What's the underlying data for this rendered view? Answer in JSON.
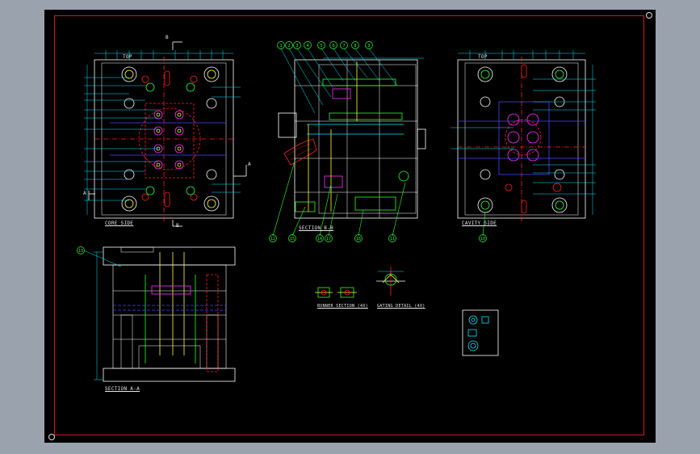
{
  "colors": {
    "frame": "#d21a1a",
    "plate": "#ffffff",
    "dim": "#00e5ff",
    "center": "#ff2020",
    "green": "#2bff2b",
    "yellow": "#ffff33",
    "magenta": "#ff33ff",
    "blue": "#4444ff",
    "background": "#000000",
    "window": "#9aa3ad"
  },
  "labels": {
    "core_side": "CORE SIDE",
    "cavity_side": "CAVITY SIDE",
    "section_bb": "SECTION B-B",
    "section_aa": "SECTION A-A",
    "top_core": "TOP",
    "top_cavity": "TOP",
    "runner_section": "RUNNER SECTION (4X)",
    "gating_detail": "GATING DETAIL (4X)",
    "b_top": "B",
    "b_bottom": "B",
    "a_left": "A",
    "a_right": "A"
  },
  "balloons": [
    "1",
    "2",
    "3",
    "4",
    "5",
    "6",
    "7",
    "8",
    "9",
    "12",
    "15",
    "14",
    "17",
    "16",
    "11",
    "10",
    "13"
  ]
}
